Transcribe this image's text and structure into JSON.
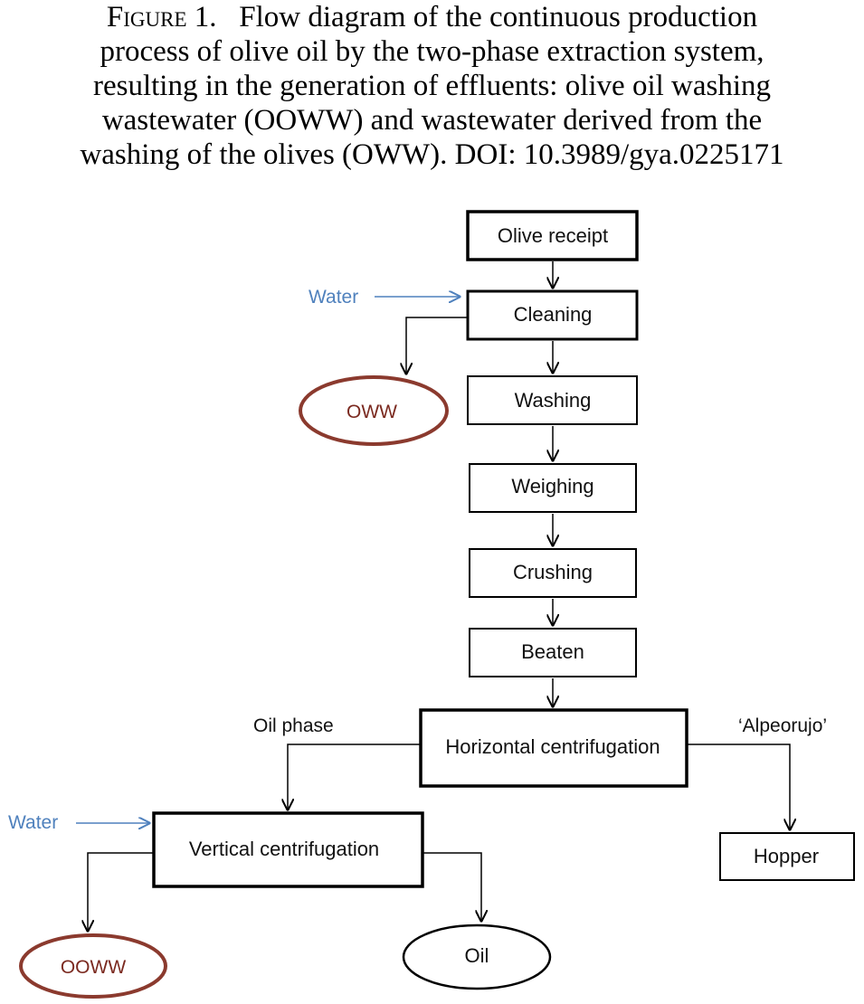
{
  "caption": {
    "label": "Figure 1.",
    "lines": [
      "Flow diagram of the continuous production",
      "process of olive oil by the two-phase extraction system,",
      "resulting in the generation of effluents: olive oil washing",
      "wastewater (OOWW) and wastewater derived from the",
      "washing of the olives (OWW). DOI: 10.3989/gya.0225171"
    ]
  },
  "colors": {
    "water": "#4f81bd",
    "effluent_ellipse": "#8b3a2e",
    "effluent_text": "#7b2a20",
    "line": "#000000"
  },
  "nodes": {
    "olive_receipt": "Olive receipt",
    "cleaning": "Cleaning",
    "washing": "Washing",
    "weighing": "Weighing",
    "crushing": "Crushing",
    "beaten": "Beaten",
    "horizontal_centrifugation": "Horizontal centrifugation",
    "vertical_centrifugation": "Vertical centrifugation",
    "hopper": "Hopper",
    "oil": "Oil",
    "oww": "OWW",
    "ooww": "OOWW"
  },
  "labels": {
    "water_1": "Water",
    "water_2": "Water",
    "oil_phase": "Oil phase",
    "alpeorujo": "‘Alpeorujo’"
  }
}
